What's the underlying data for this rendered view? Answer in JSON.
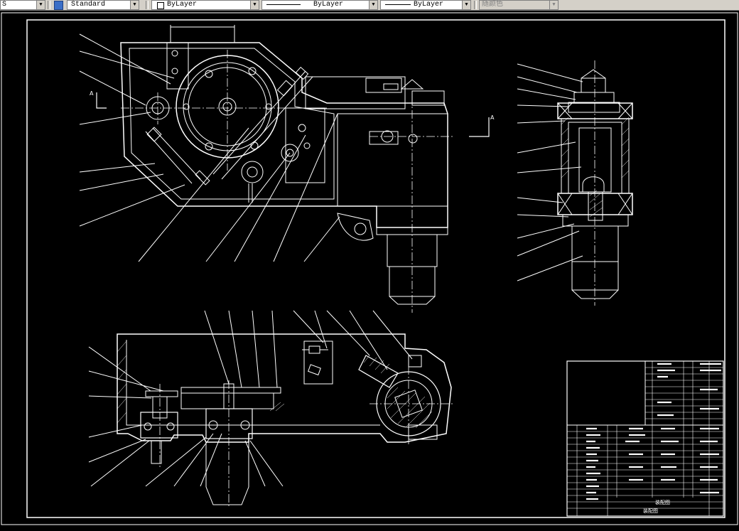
{
  "toolbar": {
    "layer_left": "S",
    "text_style": "Standard",
    "layer": "ByLayer",
    "linetype": "ByLayer",
    "lineweight": "ByLayer",
    "color": "随颜色"
  },
  "drawing": {
    "section_mark": "A",
    "title_block_label": "装配图",
    "title_block_sub": "装配图"
  }
}
